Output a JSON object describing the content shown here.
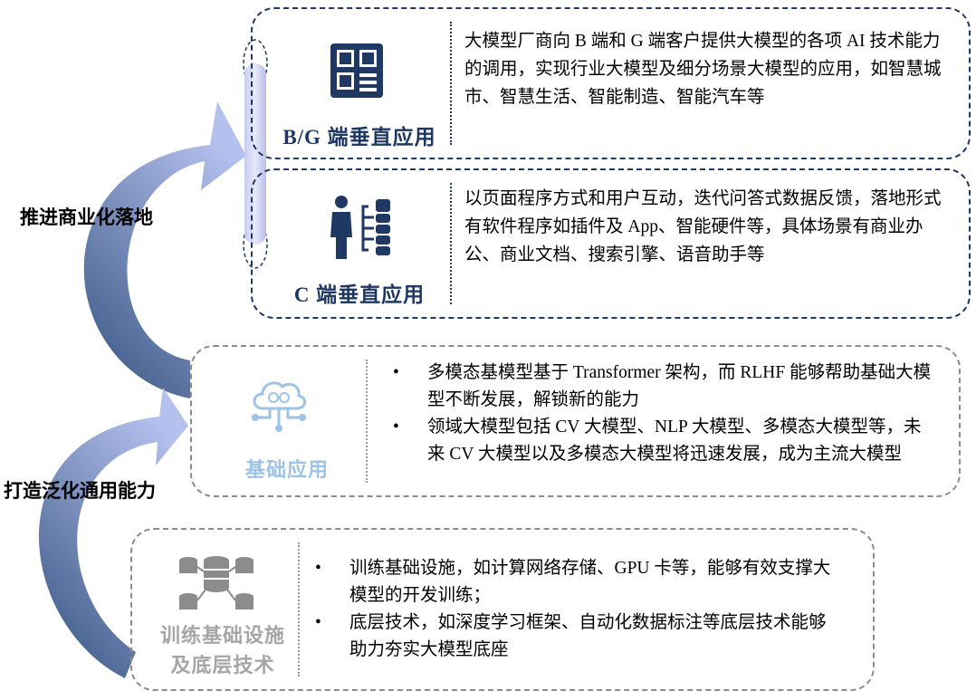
{
  "side_labels": {
    "upper": "推进商业化落地",
    "lower": "打造泛化通用能力"
  },
  "layers": {
    "bg": {
      "label": "B/G 端垂直应用",
      "description": "大模型厂商向 B 端和 G 端客户提供大模型的各项 AI 技术能力的调用，实现行业大模型及细分场景大模型的应用，如智慧城市、智慧生活、智能制造、智能汽车等",
      "icon": "grid-layout-icon"
    },
    "c": {
      "label": "C 端垂直应用",
      "description": "以页面程序方式和用户互动，迭代问答式数据反馈，落地形式有软件程序如插件及 App、智能硬件等，具体场景有商业办公、商业文档、搜索引擎、语音助手等",
      "icon": "user-tree-icon"
    },
    "base": {
      "label": "基础应用",
      "bullets": [
        "多模态基模型基于 Transformer 架构，而 RLHF 能够帮助基础大模型不断发展，解锁新的能力",
        "领域大模型包括 CV 大模型、NLP 大模型、多模态大模型等，未来 CV 大模型以及多模态大模型将迅速发展，成为主流大模型"
      ],
      "icon": "cloud-brain-icon"
    },
    "infra": {
      "label_lines": [
        "训练基础设施",
        "及底层技术"
      ],
      "bullets": [
        "训练基础设施，如计算网络存储、GPU 卡等，能够有效支撑大模型的开发训练；",
        "底层技术，如深度学习框架、自动化数据标注等底层技术能够助力夯实大模型底座"
      ],
      "icon": "database-network-icon"
    }
  },
  "colors": {
    "navy": "#1f3864",
    "light_blue": "#9dc3e6",
    "gray": "#a6a6a6",
    "arrow_dark": "#3c5a8a",
    "arrow_light": "#aab8e8"
  }
}
